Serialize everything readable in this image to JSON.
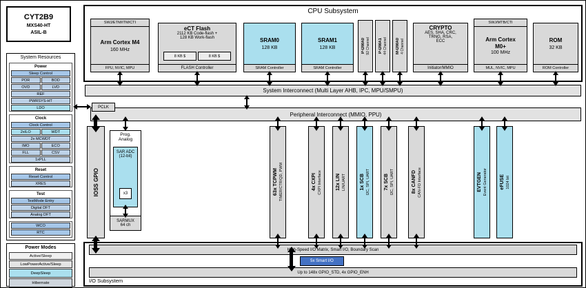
{
  "chip": {
    "name": "CYT2B9",
    "platform": "MXS40-HT",
    "safety": "ASIL-B"
  },
  "system_resources": {
    "title": "System Resources",
    "power": {
      "header": "Power",
      "rows": [
        [
          "Sleep Control"
        ],
        [
          "POR",
          "BOD"
        ],
        [
          "OVD",
          "LVD"
        ],
        [
          "REF"
        ],
        [
          "PWRSYS-HT"
        ],
        [
          "LDO"
        ]
      ]
    },
    "clock": {
      "header": "Clock",
      "rows": [
        [
          "Clock Control"
        ],
        [
          "2xILO",
          "WDT"
        ],
        [
          "2x MCWDT"
        ],
        [
          "IMO",
          "ECO"
        ],
        [
          "FLL",
          "CSV"
        ],
        [
          "1xPLL"
        ]
      ]
    },
    "reset": {
      "header": "Reset",
      "rows": [
        [
          "Reset Control"
        ],
        [
          "XRES"
        ]
      ]
    },
    "test": {
      "header": "Test",
      "rows": [
        [
          "TestMode Entry"
        ],
        [
          "Digital DFT"
        ],
        [
          "Analog DFT"
        ]
      ]
    },
    "wco": "WCO",
    "rtc": "RTC"
  },
  "power_modes": {
    "title": "Power Modes",
    "items": [
      "Active/Sleep",
      "LowPowerActive/Sleep",
      "DeepSleep",
      "Hibernate"
    ]
  },
  "cpu": {
    "title": "CPU Subsystem",
    "cm4": {
      "debug": "SWJ/ETM/ITM/CTI",
      "name": "Arm Cortex M4",
      "freq": "160 MHz",
      "features": "FPU, NVIC, MPU"
    },
    "flash": {
      "name": "eCT Flash",
      "desc1": "2112 KB Code-flash +",
      "desc2": "128 KB Work-flash",
      "cache0": "8 KB $",
      "cache1": "8 KB $",
      "controller": "FLASH Controller"
    },
    "sram0": {
      "name": "SRAM0",
      "size": "128 KB",
      "controller": "SRAM Controller"
    },
    "sram1": {
      "name": "SRAM1",
      "size": "128 KB",
      "controller": "SRAM Controller"
    },
    "dma": [
      {
        "name": "P-DMA0",
        "channels": "92 Channel"
      },
      {
        "name": "P-DMA1",
        "channels": "44 Channel"
      },
      {
        "name": "M-DMA0",
        "channels": "4 Channel"
      }
    ],
    "crypto": {
      "name": "CRYPTO",
      "algs1": "AES, SHA, CRC,",
      "algs2": "TRNG, RSA,",
      "algs3": "ECC",
      "controller": "Initiator/MMIO"
    },
    "cm0": {
      "debug": "SWJ/MTB/CTI",
      "name1": "Arm Cortex",
      "name2": "M0+",
      "freq": "100 MHz",
      "features": "MUL, NVIC, MPU"
    },
    "rom": {
      "name": "ROM",
      "size": "32 KB",
      "controller": "ROM Controller"
    }
  },
  "interconnect": {
    "system": "System Interconnect (Multi Layer AHB, IPC, MPU/SMPU)",
    "peripheral": "Peripheral Interconnect (MMIO, PPU)",
    "pclk": "PCLK"
  },
  "ioss_gpio": "IOSS GPIO",
  "prog_analog": {
    "title1": "Prog.",
    "title2": "Analog",
    "adc1": "SAR ADC",
    "adc2": "(12-bit)",
    "adc_count": "x3",
    "mux1": "SARMUX",
    "mux2": "64 ch"
  },
  "peripherals": [
    {
      "name": "63x TCPWM",
      "sub": "TIMER/CTR/QD, PWM"
    },
    {
      "name": "4x CXPI",
      "sub": "CXPI Interface"
    },
    {
      "name": "12x LIN",
      "sub": "LIN/UART"
    },
    {
      "name": "1x SCB",
      "sub": "I2C, SPI, UART"
    },
    {
      "name": "7x SCB",
      "sub": "I2C, SPI, UART"
    },
    {
      "name": "8x CANFD",
      "sub": "CAN-FD Interface"
    },
    {
      "name": "EVTGEN",
      "sub": "Event Generator"
    },
    {
      "name": "eFUSE",
      "sub": "1024 bit"
    }
  ],
  "io_subsystem": {
    "label": "I/O Subsystem",
    "matrix": "High-Speed I/O Matrix, Smart I/O, Boundary Scan",
    "smart_io": "5x Smart I/O",
    "gpio": "Up to 148x GPIO_STD, 4x GPIO_ENH"
  },
  "colors": {
    "block_gray": "#d9d9d9",
    "deepsleep_cyan": "#aadfee",
    "resource_blue": "#bdd2e8",
    "smart_io_blue": "#4472c4"
  }
}
